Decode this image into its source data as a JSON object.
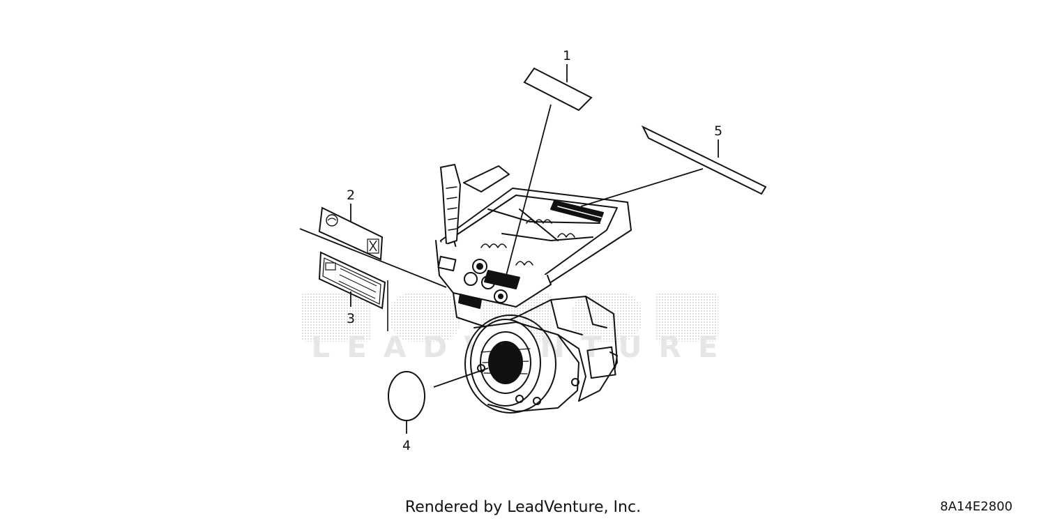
{
  "callouts": {
    "c1": "1",
    "c2": "2",
    "c3": "3",
    "c4": "4",
    "c5": "5"
  },
  "footer": {
    "credit": "Rendered by LeadVenture, Inc.",
    "diagram_code": "8A14E2800"
  },
  "watermark": {
    "brand_mark": "HONDA",
    "sub_mark": "LEADVENTURE"
  }
}
